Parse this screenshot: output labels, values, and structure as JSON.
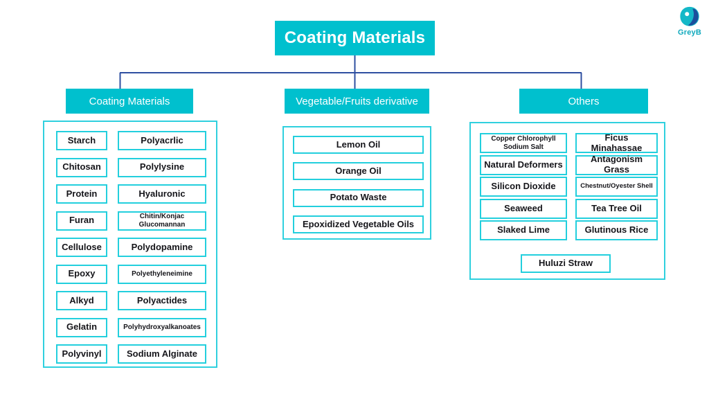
{
  "colors": {
    "teal": "#00c0ce",
    "teal_border": "#22cfdd",
    "navy_connector": "#2e4fa0",
    "text": "#15151a",
    "background": "#ffffff"
  },
  "root": {
    "title": "Coating Materials"
  },
  "logo": {
    "name": "GreyB",
    "text": "GreyB"
  },
  "groups": [
    {
      "id": "coating-materials",
      "header": "Coating Materials",
      "columns": 2,
      "left_items": [
        {
          "label": "Starch",
          "size": "normal"
        },
        {
          "label": "Chitosan",
          "size": "normal"
        },
        {
          "label": "Protein",
          "size": "normal"
        },
        {
          "label": "Furan",
          "size": "normal"
        },
        {
          "label": "Cellulose",
          "size": "normal"
        },
        {
          "label": "Epoxy",
          "size": "normal"
        },
        {
          "label": "Alkyd",
          "size": "normal"
        },
        {
          "label": "Gelatin",
          "size": "normal"
        },
        {
          "label": "Polyvinyl",
          "size": "normal"
        }
      ],
      "right_items": [
        {
          "label": "Polyacrlic",
          "size": "normal"
        },
        {
          "label": "Polylysine",
          "size": "normal"
        },
        {
          "label": "Hyaluronic",
          "size": "normal"
        },
        {
          "label": "Chitin/Konjac Glucomannan",
          "size": "small"
        },
        {
          "label": "Polydopamine",
          "size": "normal"
        },
        {
          "label": "Polyethyleneimine",
          "size": "small"
        },
        {
          "label": "Polyactides",
          "size": "normal"
        },
        {
          "label": "Polyhydroxyalkanoates",
          "size": "small"
        },
        {
          "label": "Sodium Alginate",
          "size": "normal"
        }
      ]
    },
    {
      "id": "vegetable-fruits-derivative",
      "header": "Vegetable/Fruits derivative",
      "columns": 1,
      "items": [
        {
          "label": "Lemon Oil",
          "size": "normal"
        },
        {
          "label": "Orange Oil",
          "size": "normal"
        },
        {
          "label": "Potato Waste",
          "size": "normal"
        },
        {
          "label": "Epoxidized Vegetable Oils",
          "size": "normal"
        }
      ]
    },
    {
      "id": "others",
      "header": "Others",
      "columns": 2,
      "left_items": [
        {
          "label": "Copper Chlorophyll Sodium Salt",
          "size": "small"
        },
        {
          "label": "Natural Deformers",
          "size": "normal"
        },
        {
          "label": "Silicon Dioxide",
          "size": "normal"
        },
        {
          "label": "Seaweed",
          "size": "normal"
        },
        {
          "label": "Slaked Lime",
          "size": "normal"
        }
      ],
      "right_items": [
        {
          "label": "Ficus Minahassae",
          "size": "normal"
        },
        {
          "label": "Antagonism Grass",
          "size": "normal"
        },
        {
          "label": "Chestnut/Oyester Shell",
          "size": "xsmall"
        },
        {
          "label": "Tea Tree Oil",
          "size": "normal"
        },
        {
          "label": "Glutinous Rice",
          "size": "normal"
        }
      ],
      "full_items": [
        {
          "label": "Huluzi Straw",
          "size": "normal"
        }
      ]
    }
  ]
}
